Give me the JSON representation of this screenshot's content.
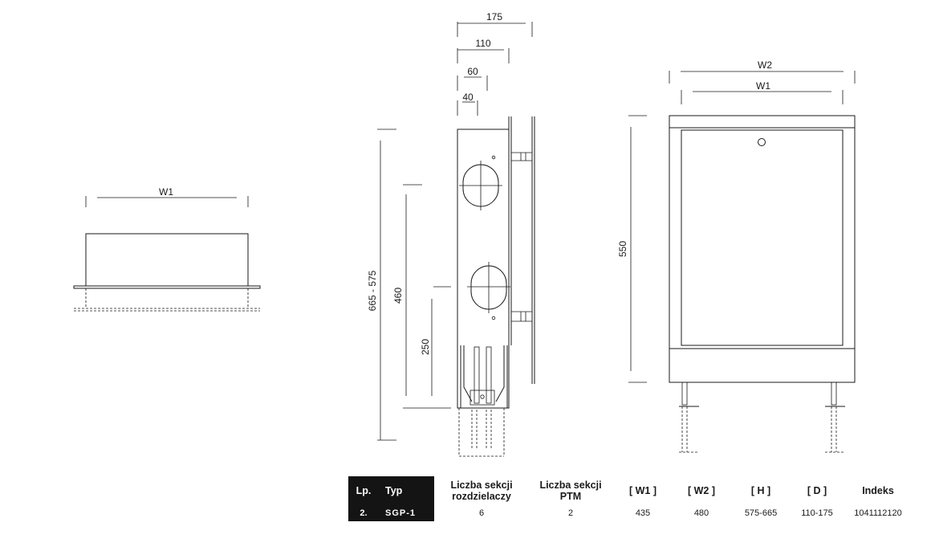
{
  "drawing": {
    "top_view": {
      "w1_label": "W1"
    },
    "side_view": {
      "depth_labels": [
        "175",
        "110",
        "60",
        "40"
      ],
      "height_total_label": "665 - 575",
      "height_mid_label": "460",
      "height_low_label": "250"
    },
    "front_view": {
      "w2_label": "W2",
      "w1_label": "W1",
      "height_label": "550"
    }
  },
  "table": {
    "headers": {
      "lp": "Lp.",
      "typ": "Typ",
      "rozdzielacze_line1": "Liczba sekcji",
      "rozdzielacze_line2": "rozdzielaczy",
      "ptm_line1": "Liczba sekcji",
      "ptm_line2": "PTM",
      "w1": "[ W1 ]",
      "w2": "[ W2 ]",
      "h": "[ H ]",
      "d": "[ D ]",
      "indeks": "Indeks"
    },
    "rows": [
      {
        "lp": "2.",
        "typ": "SGP-1",
        "rozdzielacze": "6",
        "ptm": "2",
        "w1": "435",
        "w2": "480",
        "h": "575-665",
        "d": "110-175",
        "indeks": "1041112120"
      }
    ]
  }
}
